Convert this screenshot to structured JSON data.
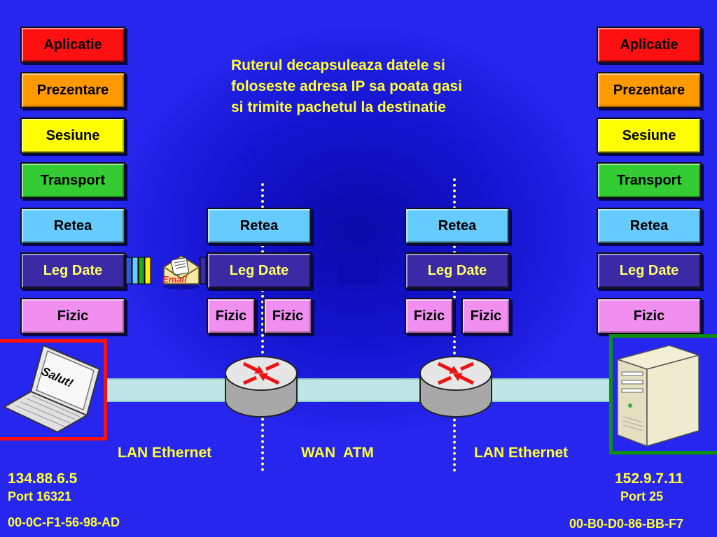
{
  "note": "Ruterul decapsuleaza datele si\nfoloseste adresa IP sa poata gasi\nsi trimite pachetul la destinatie",
  "stack": {
    "app": "Aplicatie",
    "pres": "Prezentare",
    "ses": "Sesiune",
    "trans": "Transport",
    "net": "Retea",
    "dl": "Leg Date",
    "phy": "Fizic"
  },
  "laptop_screen": "Salut!",
  "email_label": "Email",
  "links": {
    "lan_left": "LAN Ethernet",
    "wan": "WAN  ATM",
    "lan_right": "LAN Ethernet"
  },
  "source": {
    "ip": "134.88.6.5",
    "port": "Port 16321",
    "mac": "00-0C-F1-56-98-AD"
  },
  "destination": {
    "ip": "152.9.7.11",
    "port": "Port 25",
    "mac": "00-B0-D0-86-BB-F7"
  },
  "colors": {
    "background": "#2626ee",
    "text_accent": "#ffff33",
    "source_frame": "#ff1010",
    "destination_frame": "#109010"
  }
}
